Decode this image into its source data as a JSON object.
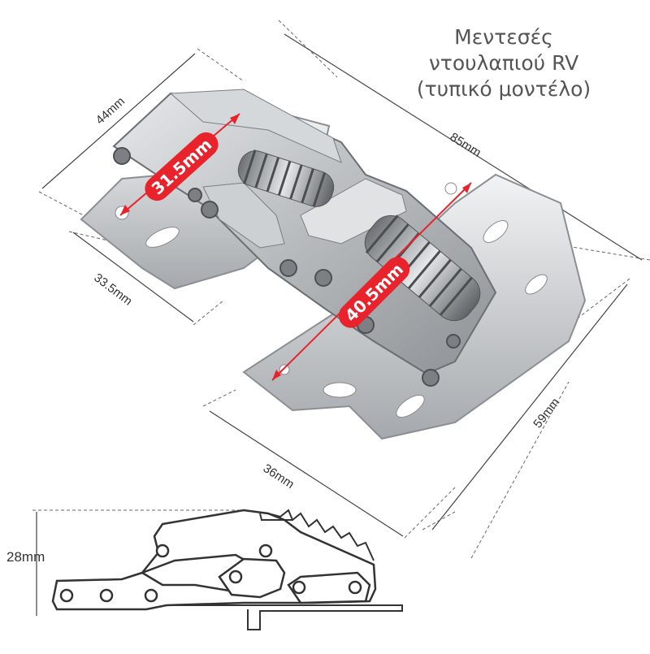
{
  "title": {
    "line1": "Μεντεσές",
    "line2": "ντουλαπιού RV",
    "line3": "(τυπικό μοντέλο)"
  },
  "dimensions": {
    "d44": "44mm",
    "d85": "85mm",
    "d33_5": "33.5mm",
    "d59": "59mm",
    "d36": "36mm",
    "d28": "28mm"
  },
  "badges": {
    "spring_short": "31.5mm",
    "spring_long": "40.5mm"
  },
  "colors": {
    "accent": "#e8232b",
    "metal": "#b9bdc0",
    "line": "#555555"
  }
}
